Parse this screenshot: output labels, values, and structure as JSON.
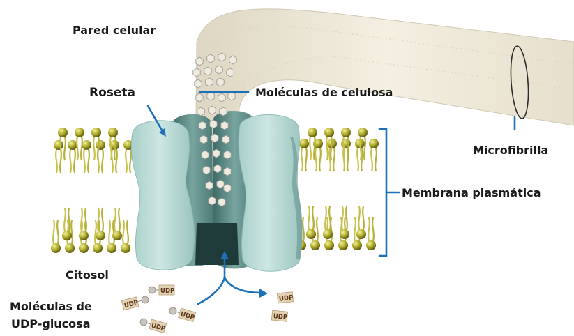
{
  "labels": {
    "pared_celular": "Pared celular",
    "roseta": "Roseta",
    "moleculas_celulosa": "Moléculas de celulosa",
    "microfibrilla": "Microfibrilla",
    "membrana_plasmatica": "Membrana plasmática",
    "citosol": "Citosol",
    "udp_glucosa_line1": "Moléculas de",
    "udp_glucosa_line2": "UDP-glucosa"
  },
  "udp_tag": "UDP",
  "colors": {
    "lipid_head": "#a9a625",
    "lipid_tail": "#c9c450",
    "rosette_light": "#bcdcd8",
    "rosette_dark": "#5f8b86",
    "cell_wall": "#efe9d8",
    "pointer_blue": "#1c70b8",
    "udp_tag_fill": "#e3d1b3"
  }
}
